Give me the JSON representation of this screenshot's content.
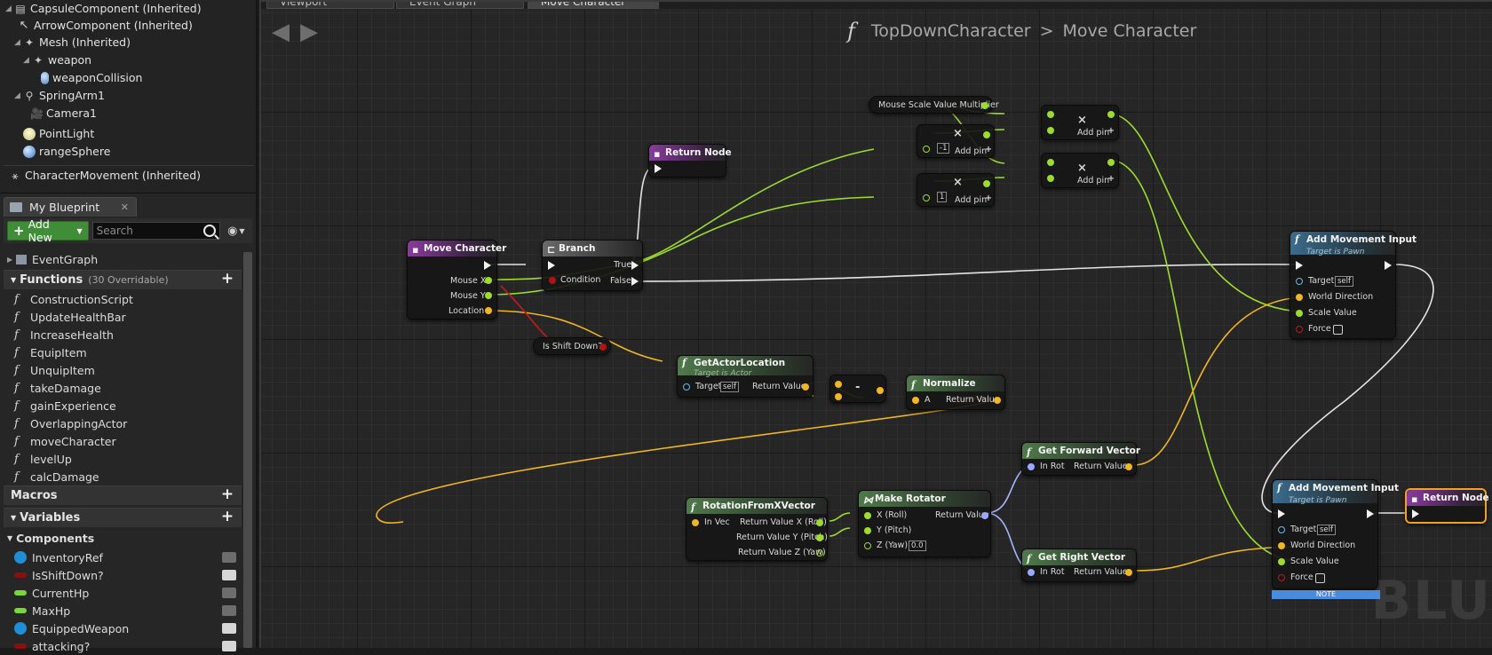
{
  "components_tree": [
    {
      "label": "CapsuleComponent (Inherited)",
      "icon": "capsule-icon"
    },
    {
      "label": "ArrowComponent (Inherited)",
      "icon": "arrow-icon"
    },
    {
      "label": "Mesh (Inherited)",
      "icon": "mesh-icon"
    },
    {
      "label": "weapon",
      "icon": "mesh-icon"
    },
    {
      "label": "weaponCollision",
      "icon": "capsule-icon"
    },
    {
      "label": "SpringArm1",
      "icon": "spring-arm-icon"
    },
    {
      "label": "Camera1",
      "icon": "camera-icon"
    },
    {
      "label": "PointLight",
      "icon": "light-bulb-icon"
    },
    {
      "label": "rangeSphere",
      "icon": "sphere-icon"
    },
    {
      "label": "CharacterMovement (Inherited)",
      "icon": "character-movement-icon"
    }
  ],
  "my_blueprint": {
    "tab_label": "My Blueprint",
    "add_new_label": "Add New",
    "search_placeholder": "Search",
    "event_graph_label": "EventGraph",
    "functions_label": "Functions",
    "functions_sub": "(30 Overridable)",
    "functions": [
      "ConstructionScript",
      "UpdateHealthBar",
      "IncreaseHealth",
      "EquipItem",
      "UnquipItem",
      "takeDamage",
      "gainExperience",
      "OverlappingActor",
      "moveCharacter",
      "levelUp",
      "calcDamage"
    ],
    "macros_label": "Macros",
    "variables_label": "Variables",
    "components_label": "Components",
    "variables": [
      {
        "name": "InventoryRef",
        "color": "#1e8fd6",
        "shape": "pill",
        "visible": false
      },
      {
        "name": "IsShiftDown?",
        "color": "#8a1010",
        "shape": "bar",
        "visible": true
      },
      {
        "name": "CurrentHp",
        "color": "#79d63b",
        "shape": "bar",
        "visible": false
      },
      {
        "name": "MaxHp",
        "color": "#79d63b",
        "shape": "bar",
        "visible": false
      },
      {
        "name": "EquippedWeapon",
        "color": "#1e8fd6",
        "shape": "pill",
        "visible": true
      },
      {
        "name": "attacking?",
        "color": "#8a1010",
        "shape": "bar",
        "visible": true
      }
    ]
  },
  "graph": {
    "tabs": [
      "Viewport",
      "Event Graph",
      "Move Character"
    ],
    "breadcrumb_class": "TopDownCharacter",
    "breadcrumb_sep": ">",
    "breadcrumb_func": "Move Character",
    "watermark": "BLU",
    "nodes": {
      "mouse_scale": "Mouse Scale Value Multiplier",
      "mult_a_const": "-1",
      "mult_b_const": "1",
      "add_pin": "Add pin",
      "return_node": "Return Node",
      "move_character": "Move Character",
      "mouse_x": "Mouse X",
      "mouse_y": "Mouse Y",
      "location": "Location",
      "branch": "Branch",
      "condition": "Condition",
      "true_label": "True",
      "false_label": "False",
      "is_shift_down": "Is Shift Down?",
      "get_actor_location": "GetActorLocation",
      "target_is_actor": "Target is Actor",
      "target": "Target",
      "self": "self",
      "return_value": "Return Value",
      "normalize": "Normalize",
      "a": "A",
      "add_movement_input": "Add Movement Input",
      "target_is_pawn": "Target is Pawn",
      "world_direction": "World Direction",
      "scale_value": "Scale Value",
      "force": "Force",
      "get_forward_vector": "Get Forward Vector",
      "get_right_vector": "Get Right Vector",
      "in_rot": "In Rot",
      "rotation_from_x": "RotationFromXVector",
      "in_vec": "In Vec",
      "rv_x": "Return Value X (Roll)",
      "rv_y": "Return Value Y (Pitch)",
      "rv_z": "Return Value Z (Yaw)",
      "make_rotator": "Make Rotator",
      "x_roll": "X (Roll)",
      "y_pitch": "Y (Pitch)",
      "z_yaw": "Z (Yaw)",
      "z_value": "0.0",
      "note": "NOTE",
      "minus": "-",
      "times": "×"
    }
  }
}
